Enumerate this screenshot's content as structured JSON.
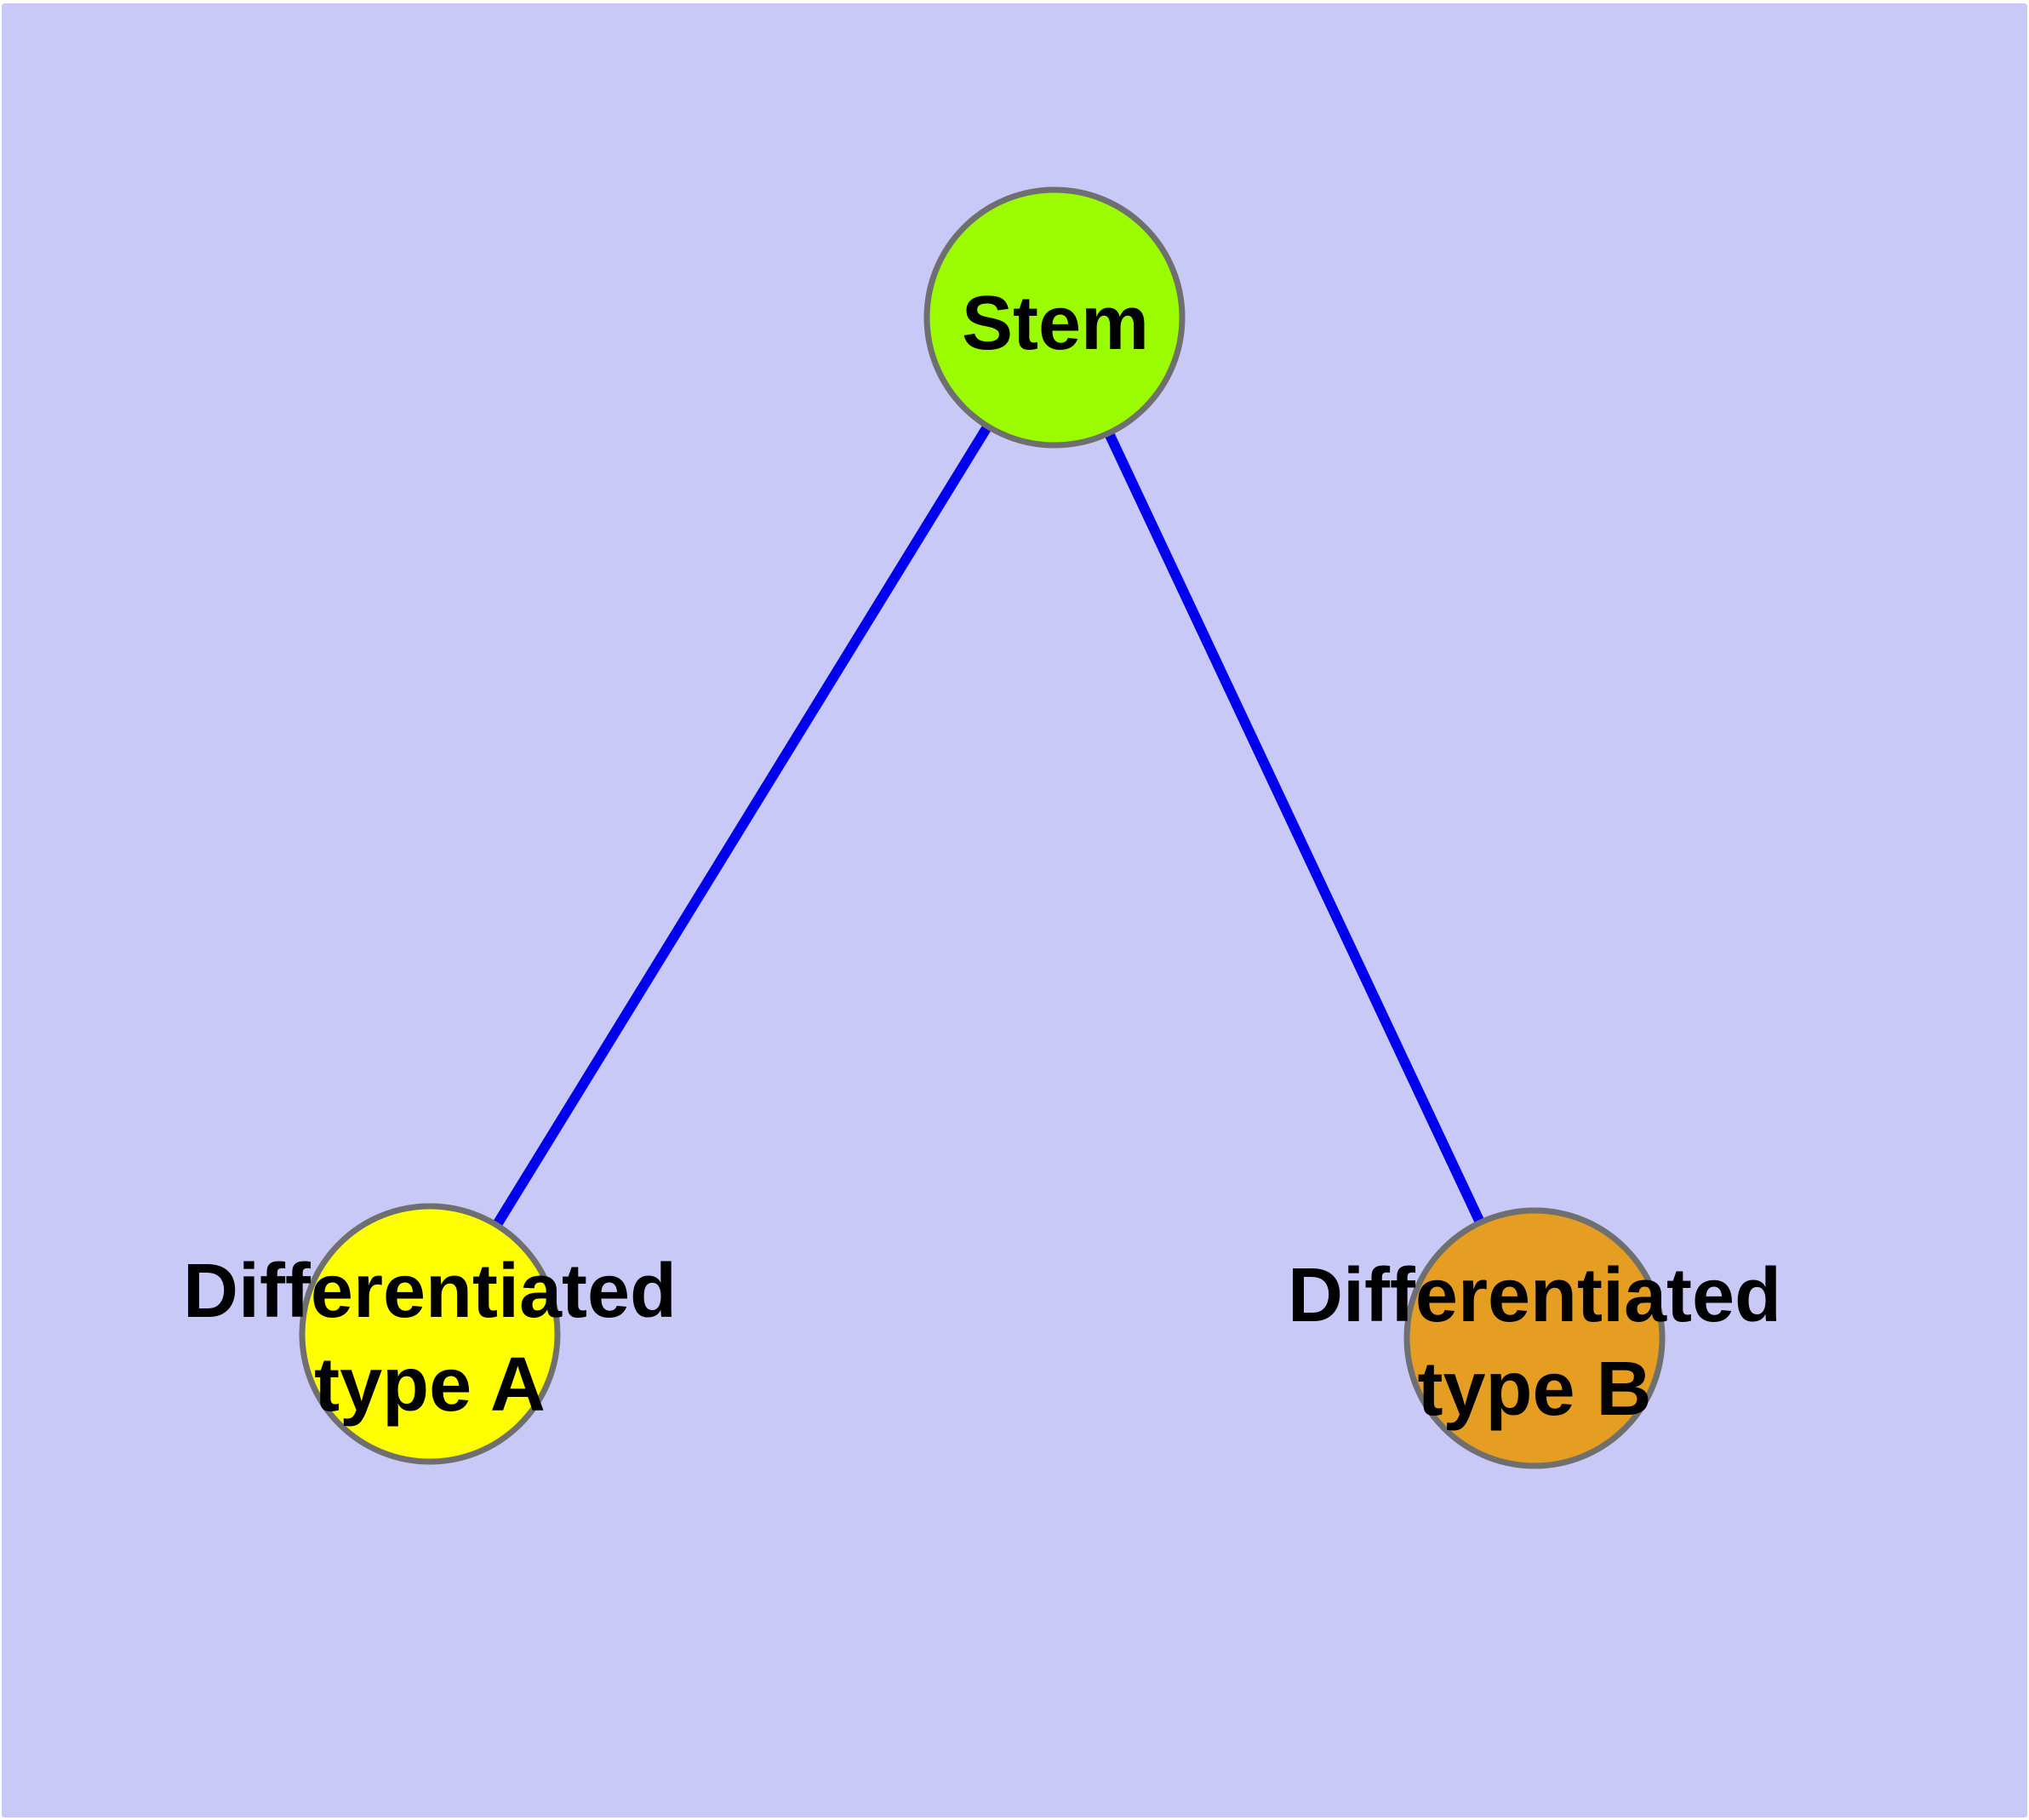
{
  "diagram": {
    "type": "graph",
    "description": "Cell differentiation graph: a Stem node connected to two differentiated cell type nodes",
    "colors": {
      "background": "#c9c9f8",
      "node_border": "#6f6f6f",
      "edge": "#0000ee",
      "label": "#000000",
      "stem_fill": "#9bfb00",
      "type_a_fill": "#ffff00",
      "type_b_fill": "#e59e21"
    },
    "nodes": [
      {
        "id": "stem",
        "label": "Stem",
        "fill": "#9bfb00",
        "lines": [
          "Stem"
        ]
      },
      {
        "id": "differentiated-type-a",
        "label": "Differentiated type A",
        "fill": "#ffff00",
        "lines": [
          "Differentiated",
          "type A"
        ]
      },
      {
        "id": "differentiated-type-b",
        "label": "Differentiated type B",
        "fill": "#e59e21",
        "lines": [
          "Differentiated",
          "type B"
        ]
      }
    ],
    "edges": [
      {
        "from": "stem",
        "to": "differentiated-type-a"
      },
      {
        "from": "stem",
        "to": "differentiated-type-b"
      }
    ]
  }
}
